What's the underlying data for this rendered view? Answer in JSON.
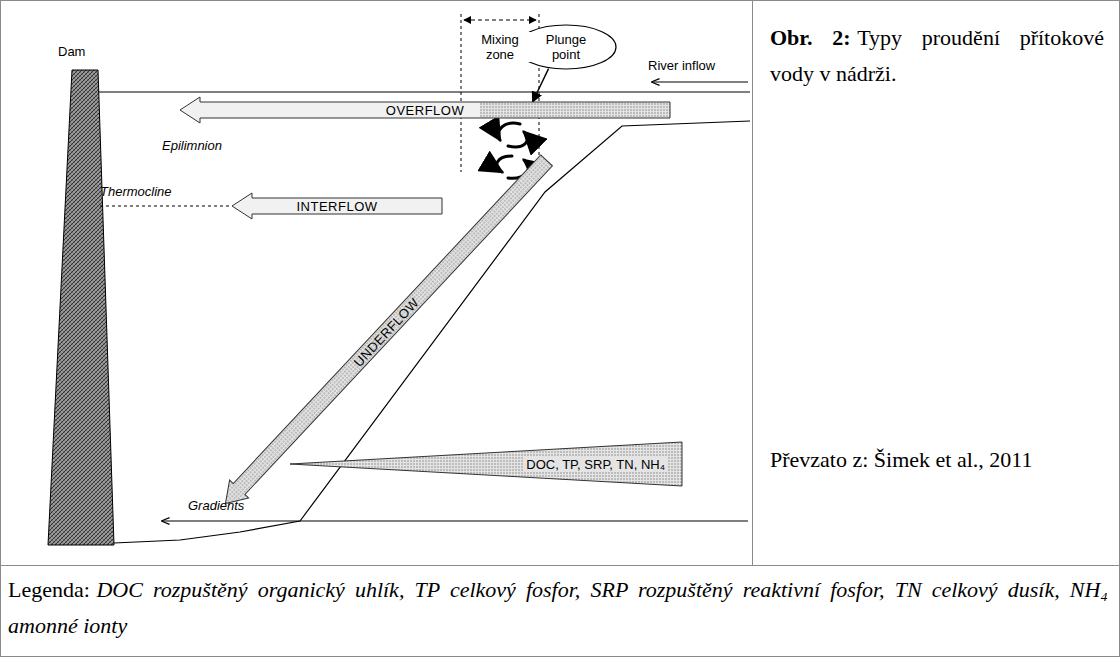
{
  "diagram": {
    "caption": "Typy proudění přítokové vody v nádrži.",
    "nodes": [
      {
        "text": [
          "Plunge point"
        ]
      },
      {
        "text": [
          "OVERFLOW"
        ]
      },
      {
        "text": [
          "INTERFLOW"
        ]
      },
      {
        "text": [
          "UNDERFLOW"
        ]
      },
      {
        "text": [
          "DOC, TP, SRP, TN, NH₄"
        ]
      }
    ],
    "edges": [
      {
        "from": 0,
        "to": 1,
        "arrow": "to"
      }
    ],
    "labels": [
      "Dam",
      "River inflow",
      "Mixing zone",
      "Epilimnion",
      "Thermocline",
      "Gradients",
      "Obr. 2:",
      "Převzato z: Šimek et al., 2011",
      "Legenda:",
      "DOC rozpuštěný organický uhlík, TP celkový fosfor, SRP rozpuštěný reaktivní fosfor, TN celkový dusík, NH₄ amonné ionty"
    ]
  }
}
